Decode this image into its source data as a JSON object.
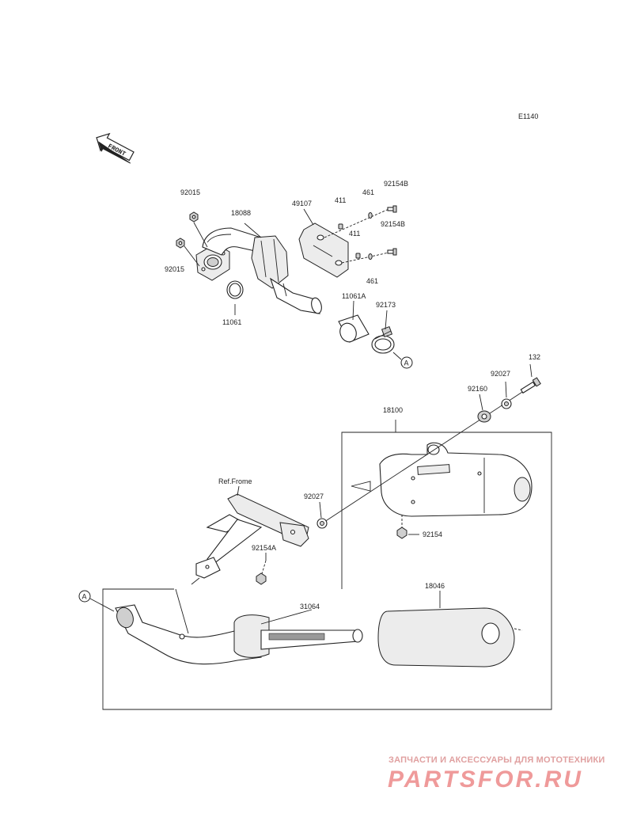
{
  "diagram_code": "E1140",
  "front_label": "FRONT",
  "ref_frame_label": "Ref.Frome",
  "ref_marker": "A",
  "parts": {
    "p92015a": "92015",
    "p92015b": "92015",
    "p18088": "18088",
    "p11061": "11061",
    "p49107": "49107",
    "p411a": "411",
    "p411b": "411",
    "p461a": "461",
    "p461b": "461",
    "p92154b1": "92154B",
    "p92154b2": "92154B",
    "p11061a": "11061A",
    "p92173": "92173",
    "p132": "132",
    "p92027a": "92027",
    "p92160": "92160",
    "p18100": "18100",
    "p92027b": "92027",
    "p92154": "92154",
    "p92154a": "92154A",
    "p18046": "18046",
    "p31064": "31064"
  },
  "watermark": {
    "tagline": "ЗАПЧАСТИ И АКСЕССУАРЫ ДЛЯ МОТОТЕХНИКИ",
    "brand": "PARTSFOR.RU"
  }
}
